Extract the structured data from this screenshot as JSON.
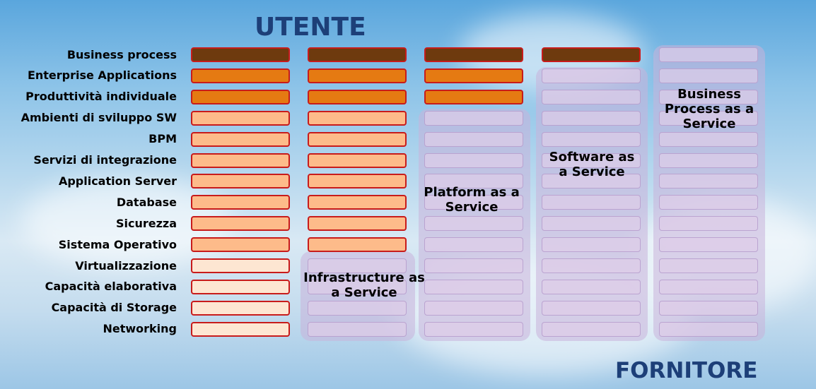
{
  "title_top": "UTENTE",
  "title_bottom": "FORNITORE",
  "rows": [
    "Business process",
    "Enterprise Applications",
    "Produttività individuale",
    "Ambienti di sviluppo SW",
    "BPM",
    "Servizi di integrazione",
    "Application Server",
    "Database",
    "Sicurezza",
    "Sistema Operativo",
    "Virtualizzazione",
    "Capacità elaborativa",
    "Capacità di Storage",
    "Networking"
  ],
  "services": [
    {
      "label": "Infrastructure as\na Service"
    },
    {
      "label": "Platform as a\nService"
    },
    {
      "label": "Software as\na Service"
    },
    {
      "label": "Business\nProcess as a\nService"
    }
  ],
  "columns": [
    {
      "user_managed": 14
    },
    {
      "user_managed": 10
    },
    {
      "user_managed": 3
    },
    {
      "user_managed": 1
    },
    {
      "user_managed": 0
    }
  ],
  "colors": {
    "title": "#1d3f78",
    "business_layer": "#6e3a0e",
    "application_layer": "#e57a12",
    "platform_layer": "#fdbb8a",
    "infrastructure_layer": "#fde6d2",
    "cell_border": "#c81b1b",
    "provider_overlay": "#c9b3db"
  }
}
